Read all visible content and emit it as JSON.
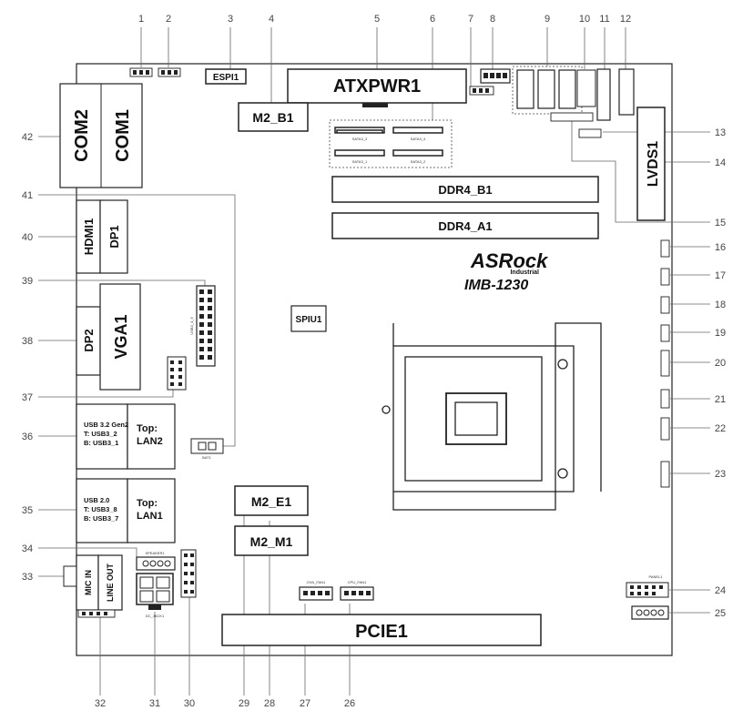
{
  "brand": {
    "logo": "ASRock",
    "sub": "Industrial",
    "model": "IMB-1230"
  },
  "callouts": [
    "1",
    "2",
    "3",
    "4",
    "5",
    "6",
    "7",
    "8",
    "9",
    "10",
    "11",
    "12",
    "13",
    "14",
    "15",
    "16",
    "17",
    "18",
    "19",
    "20",
    "21",
    "22",
    "23",
    "24",
    "25",
    "26",
    "27",
    "28",
    "29",
    "30",
    "31",
    "32",
    "33",
    "34",
    "35",
    "36",
    "37",
    "38",
    "39",
    "40",
    "41",
    "42"
  ],
  "labels": {
    "com2": "COM2",
    "com1": "COM1",
    "hdmi1": "HDMI1",
    "dp1": "DP1",
    "dp2": "DP2",
    "vga1": "VGA1",
    "usb32_title": "USB 3.2 Gen2",
    "usb32_t": "T: USB3_2",
    "usb32_b": "B: USB3_1",
    "lan2_top": "Top:",
    "lan2": "LAN2",
    "usb20_title": "USB 2.0",
    "usb20_t": "T: USB3_8",
    "usb20_b": "B: USB3_7",
    "lan1_top": "Top:",
    "lan1": "LAN1",
    "mic_in": "MIC IN",
    "line_out": "LINE OUT",
    "espi1": "ESPI1",
    "atxpwr1": "ATXPWR1",
    "m2_b1": "M2_B1",
    "sata1": "SATA3_3",
    "sata2": "SATA3_4",
    "sata3": "SATA3_1",
    "sata4": "SATA3_2",
    "ddr4_b1": "DDR4_B1",
    "ddr4_a1": "DDR4_A1",
    "lvds1": "LVDS1",
    "spiu1": "SPIU1",
    "m2_e1": "M2_E1",
    "m2_m1": "M2_M1",
    "pcie1": "PCIE1",
    "speaker1": "SPEAKER1",
    "dc_jack": "DC_JACK1",
    "panel1": "PANEL1",
    "cha_fan1": "CHA_FAN1",
    "cpu_fan1": "CPU_FAN1",
    "usb3_4_5": "USB3_4_5",
    "bat1": "BAT1"
  }
}
